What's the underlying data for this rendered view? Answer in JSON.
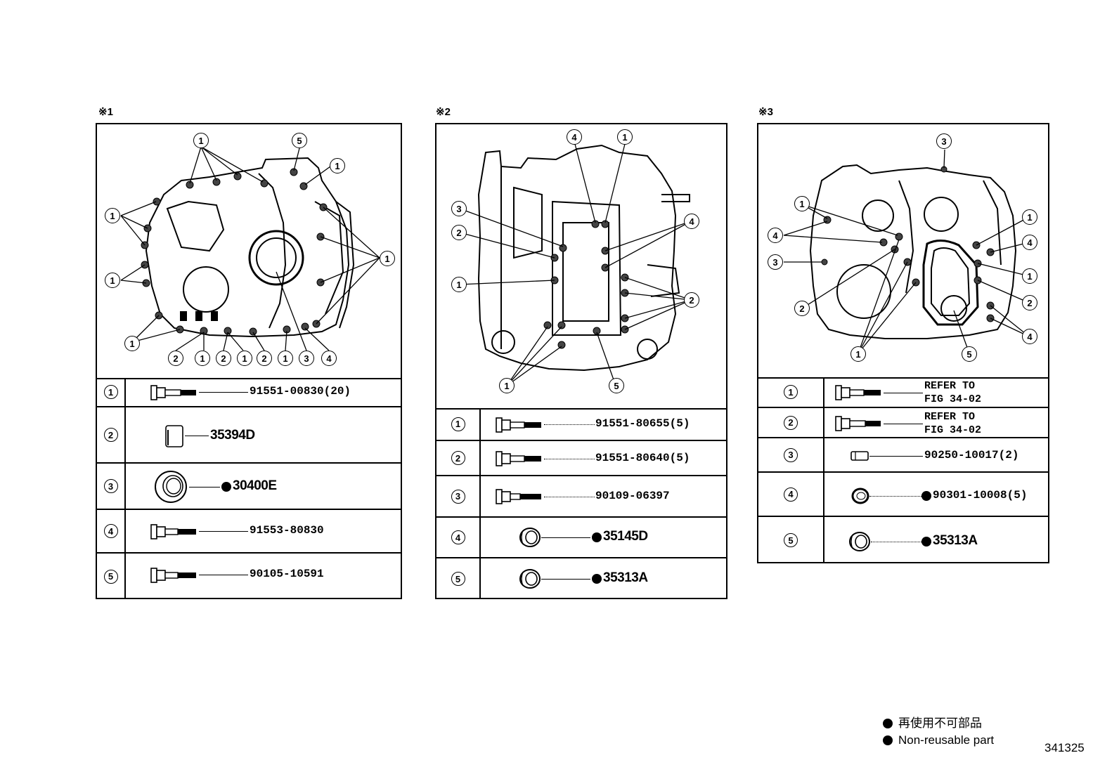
{
  "panels": [
    {
      "mark": "※1",
      "rows": [
        {
          "num": "1",
          "part": "91551-00830(20)",
          "nonreusable": false,
          "icon": "flange-bolt-icon"
        },
        {
          "num": "2",
          "part": "35394D",
          "nonreusable": false,
          "icon": "plate-icon"
        },
        {
          "num": "3",
          "part": "30400E",
          "nonreusable": true,
          "icon": "oil-seal-icon"
        },
        {
          "num": "4",
          "part": "91553-80830",
          "nonreusable": false,
          "icon": "flange-bolt-icon"
        },
        {
          "num": "5",
          "part": "90105-10591",
          "nonreusable": false,
          "icon": "flange-bolt-icon"
        }
      ],
      "callouts": [
        "1",
        "5",
        "1",
        "1",
        "1",
        "1",
        "1",
        "2",
        "1",
        "2",
        "1",
        "2",
        "1",
        "3",
        "4"
      ]
    },
    {
      "mark": "※2",
      "rows": [
        {
          "num": "1",
          "part": "91551-80655(5)",
          "nonreusable": false,
          "icon": "flange-bolt-icon"
        },
        {
          "num": "2",
          "part": "91551-80640(5)",
          "nonreusable": false,
          "icon": "flange-bolt-icon"
        },
        {
          "num": "3",
          "part": "90109-06397",
          "nonreusable": false,
          "icon": "flange-bolt-icon"
        },
        {
          "num": "4",
          "part": "35145D",
          "nonreusable": true,
          "icon": "collar-seal-icon"
        },
        {
          "num": "5",
          "part": "35313A",
          "nonreusable": true,
          "icon": "collar-seal-icon"
        }
      ],
      "callouts": [
        "4",
        "1",
        "3",
        "4",
        "2",
        "1",
        "2",
        "1",
        "5"
      ]
    },
    {
      "mark": "※3",
      "rows": [
        {
          "num": "1",
          "part": "REFER TO",
          "part2": "FIG 34-02",
          "nonreusable": false,
          "icon": "flange-bolt-icon"
        },
        {
          "num": "2",
          "part": "REFER TO",
          "part2": "FIG 34-02",
          "nonreusable": false,
          "icon": "flange-bolt-icon"
        },
        {
          "num": "3",
          "part": "90250-10017(2)",
          "nonreusable": false,
          "icon": "pin-icon"
        },
        {
          "num": "4",
          "part": "90301-10008(5)",
          "nonreusable": true,
          "icon": "o-ring-icon"
        },
        {
          "num": "5",
          "part": "35313A",
          "nonreusable": true,
          "icon": "collar-seal-icon"
        }
      ],
      "callouts": [
        "3",
        "1",
        "4",
        "3",
        "1",
        "4",
        "1",
        "2",
        "1",
        "2",
        "4",
        "5"
      ]
    }
  ],
  "legend": {
    "ja": "再使用不可部品",
    "en": "Non-reusable part"
  },
  "figure_code": "341325"
}
